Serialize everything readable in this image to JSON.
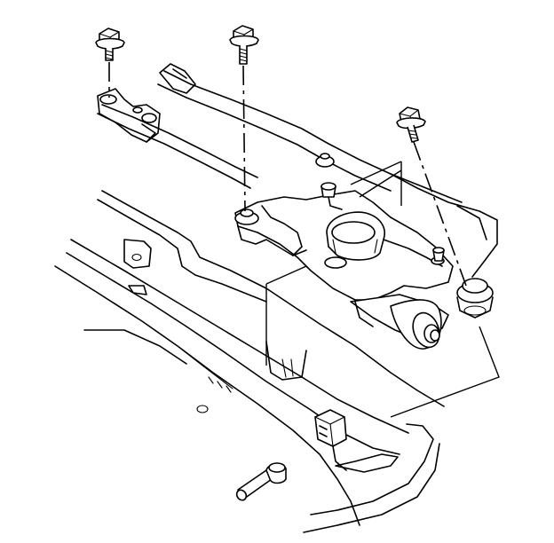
{
  "illustration": {
    "parts": {
      "bolt_left": "hex-flange-bolt",
      "bolt_center": "hex-flange-bolt",
      "bolt_right": "hex-flange-bolt",
      "wiper_transmission": "wiper-linkage",
      "wiper_motor": "wiper-motor",
      "cowl_panel": "cowl-panel",
      "electrical_connector": "connector",
      "locating_pin": "locating-pin"
    },
    "colors": {
      "line": "#000000",
      "background": "#ffffff"
    }
  }
}
